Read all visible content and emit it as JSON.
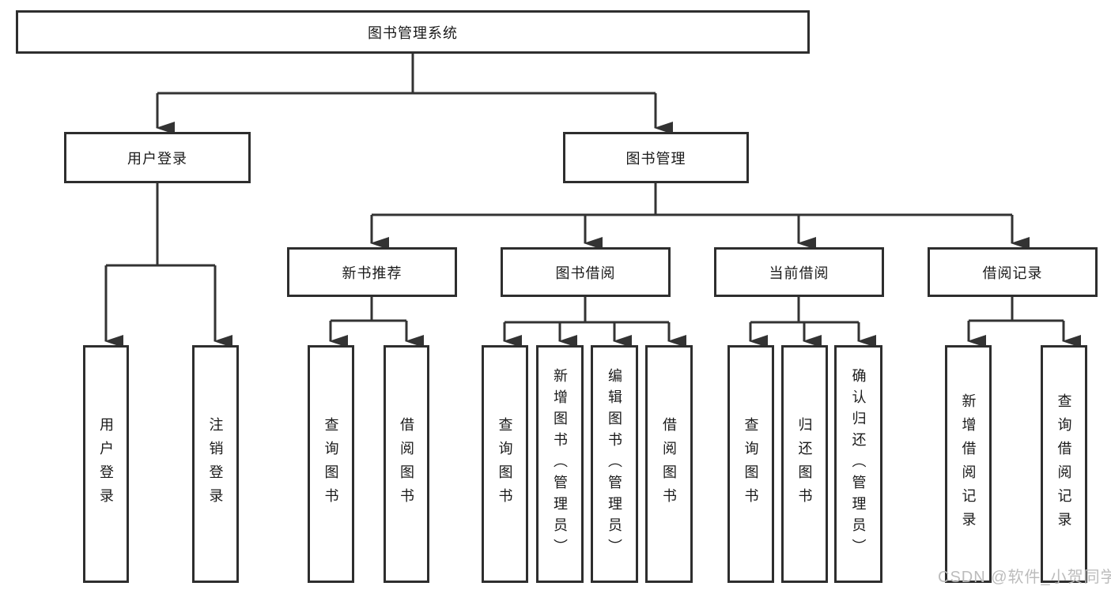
{
  "diagram": {
    "title": "图书管理系统",
    "watermark": "CSDN @软件_小贺同学",
    "colors": {
      "background": "#ffffff",
      "line": "#333333",
      "box_border": "#2e2e2e",
      "text": "#1a1a1a",
      "watermark": "#bcbcbc"
    },
    "nodes": {
      "root": {
        "label": "图书管理系统"
      },
      "user_login": {
        "label": "用户登录"
      },
      "book_mgmt": {
        "label": "图书管理"
      },
      "new_book_rec": {
        "label": "新书推荐"
      },
      "book_borrow": {
        "label": "图书借阅"
      },
      "current_borrow": {
        "label": "当前借阅"
      },
      "borrow_records": {
        "label": "借阅记录"
      },
      "ul_login": {
        "label": "用户登录"
      },
      "ul_logout": {
        "label": "注销登录"
      },
      "nb_query": {
        "label": "查询图书"
      },
      "nb_borrow": {
        "label": "借阅图书"
      },
      "bb_query": {
        "label": "查询图书"
      },
      "bb_add": {
        "label": "新增图书（管理员）"
      },
      "bb_edit": {
        "label": "编辑图书（管理员）"
      },
      "bb_borrow": {
        "label": "借阅图书"
      },
      "cb_query": {
        "label": "查询图书"
      },
      "cb_return": {
        "label": "归还图书"
      },
      "cb_confirm": {
        "label": "确认归还（管理员）"
      },
      "br_add": {
        "label": "新增借阅记录"
      },
      "br_query": {
        "label": "查询借阅记录"
      }
    },
    "edges": [
      [
        "root",
        "user_login"
      ],
      [
        "root",
        "book_mgmt"
      ],
      [
        "user_login",
        "ul_login"
      ],
      [
        "user_login",
        "ul_logout"
      ],
      [
        "book_mgmt",
        "new_book_rec"
      ],
      [
        "book_mgmt",
        "book_borrow"
      ],
      [
        "book_mgmt",
        "current_borrow"
      ],
      [
        "book_mgmt",
        "borrow_records"
      ],
      [
        "new_book_rec",
        "nb_query"
      ],
      [
        "new_book_rec",
        "nb_borrow"
      ],
      [
        "book_borrow",
        "bb_query"
      ],
      [
        "book_borrow",
        "bb_add"
      ],
      [
        "book_borrow",
        "bb_edit"
      ],
      [
        "book_borrow",
        "bb_borrow"
      ],
      [
        "current_borrow",
        "cb_query"
      ],
      [
        "current_borrow",
        "cb_return"
      ],
      [
        "current_borrow",
        "cb_confirm"
      ],
      [
        "borrow_records",
        "br_add"
      ],
      [
        "borrow_records",
        "br_query"
      ]
    ]
  }
}
